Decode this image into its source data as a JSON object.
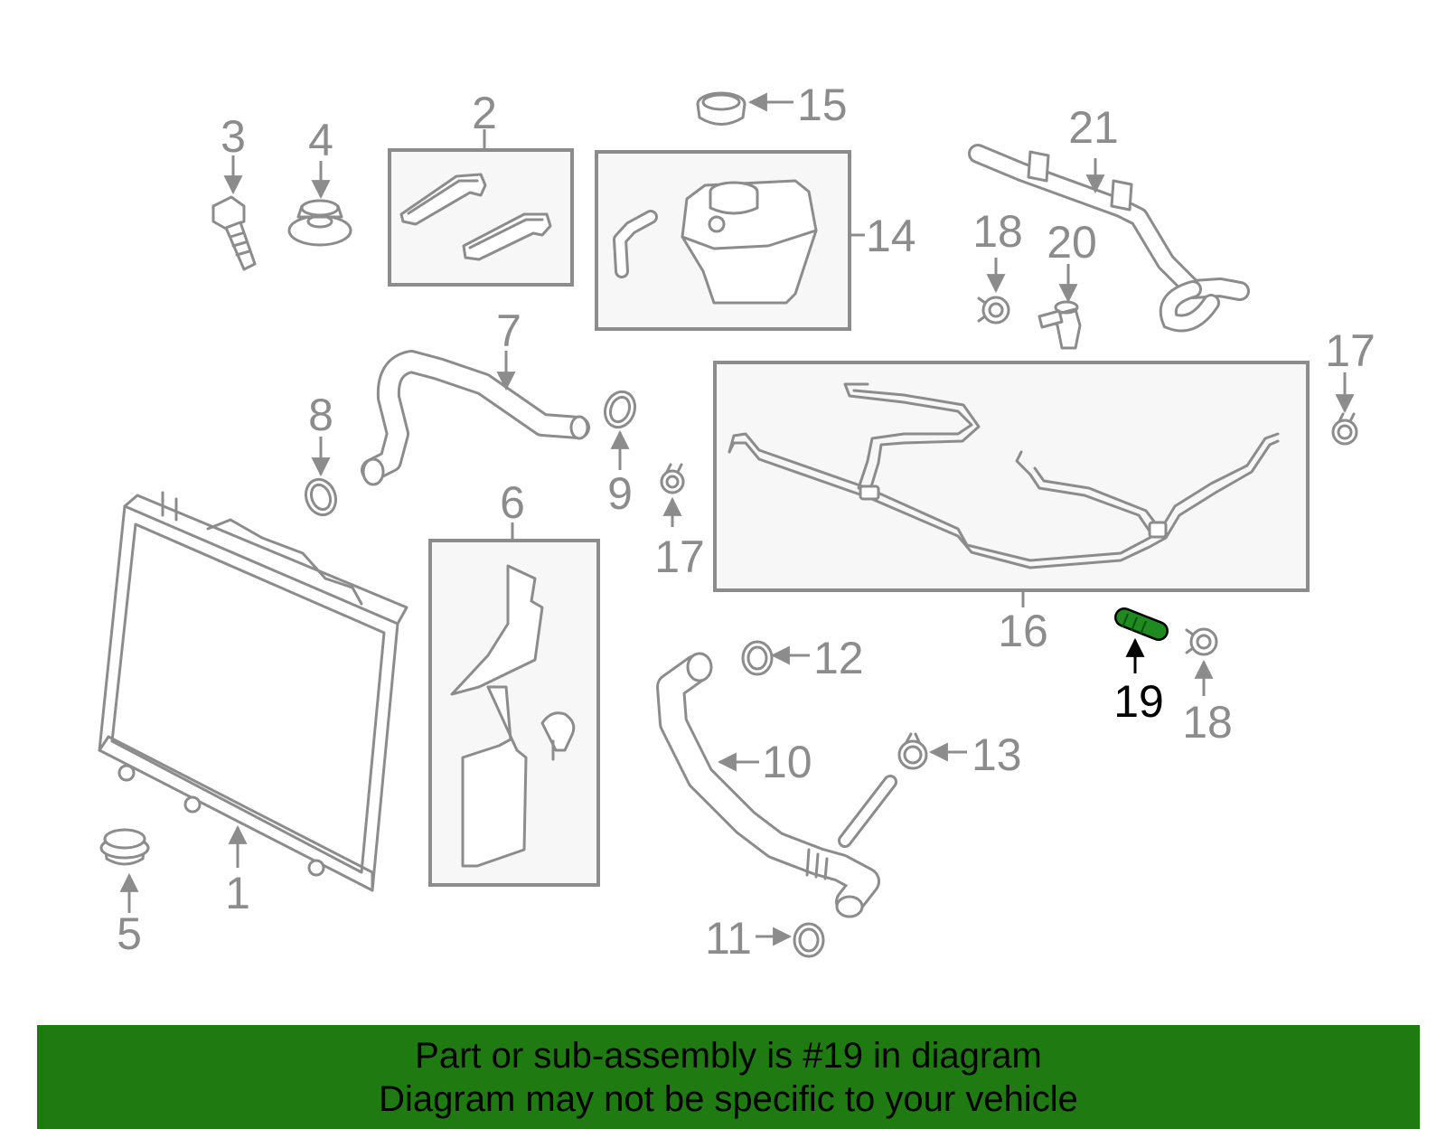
{
  "colors": {
    "line_art": "#8c8c8c",
    "box_fill": "#f7f7f7",
    "highlight_part": "#1f8a1f",
    "banner_background": "#1f7a12",
    "banner_text": "#000000"
  },
  "highlighted_callout": "19",
  "callouts": {
    "c1": "1",
    "c2": "2",
    "c3": "3",
    "c4": "4",
    "c5": "5",
    "c6": "6",
    "c7": "7",
    "c8": "8",
    "c9": "9",
    "c10": "10",
    "c11": "11",
    "c12": "12",
    "c13": "13",
    "c14": "14",
    "c15": "15",
    "c16": "16",
    "c17a": "17",
    "c17b": "17",
    "c18a": "18",
    "c18b": "18",
    "c19": "19",
    "c20": "20",
    "c21": "21"
  },
  "banner": {
    "line1": "Part or sub-assembly is #19 in diagram",
    "line2": "Diagram may not be specific to your vehicle"
  }
}
